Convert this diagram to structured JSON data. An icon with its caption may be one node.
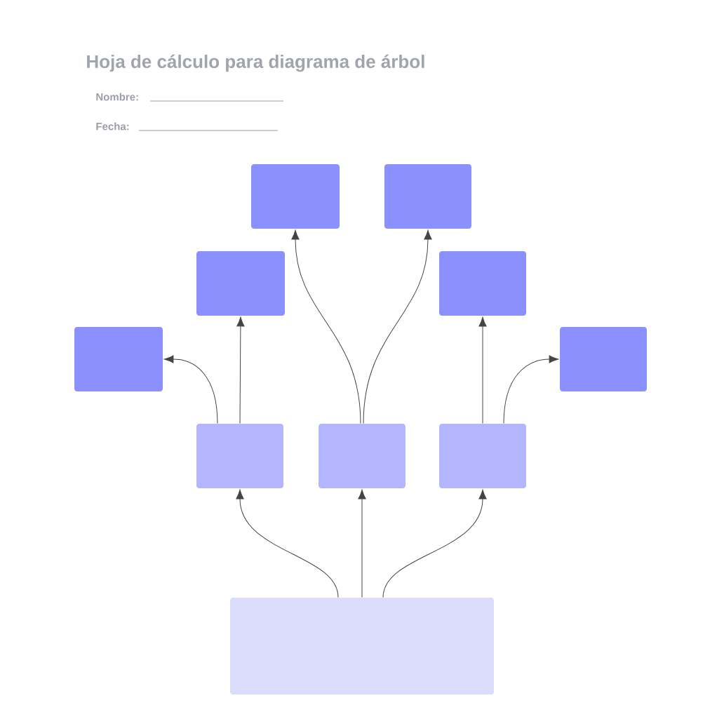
{
  "diagram": {
    "title": "Hoja de cálculo para diagrama de árbol",
    "nodes": [
      {
        "text": [],
        "shape": "box"
      },
      {
        "text": [],
        "shape": "box"
      },
      {
        "text": [],
        "shape": "box"
      },
      {
        "text": [],
        "shape": "box"
      },
      {
        "text": [],
        "shape": "box"
      },
      {
        "text": [],
        "shape": "box"
      },
      {
        "text": [],
        "shape": "box"
      },
      {
        "text": [],
        "shape": "box"
      },
      {
        "text": [],
        "shape": "box"
      },
      {
        "text": [],
        "shape": "box"
      }
    ],
    "edges": [
      {
        "from": 9,
        "to": 6,
        "arrow": "to"
      },
      {
        "from": 9,
        "to": 7,
        "arrow": "to"
      },
      {
        "from": 9,
        "to": 8,
        "arrow": "to"
      },
      {
        "from": 6,
        "to": 2,
        "arrow": "to"
      },
      {
        "from": 6,
        "to": 4,
        "arrow": "to"
      },
      {
        "from": 7,
        "to": 0,
        "arrow": "to"
      },
      {
        "from": 7,
        "to": 1,
        "arrow": "to"
      },
      {
        "from": 8,
        "to": 3,
        "arrow": "to"
      },
      {
        "from": 8,
        "to": 5,
        "arrow": "to"
      }
    ],
    "labels": [
      "Nombre:",
      "Fecha:"
    ]
  }
}
